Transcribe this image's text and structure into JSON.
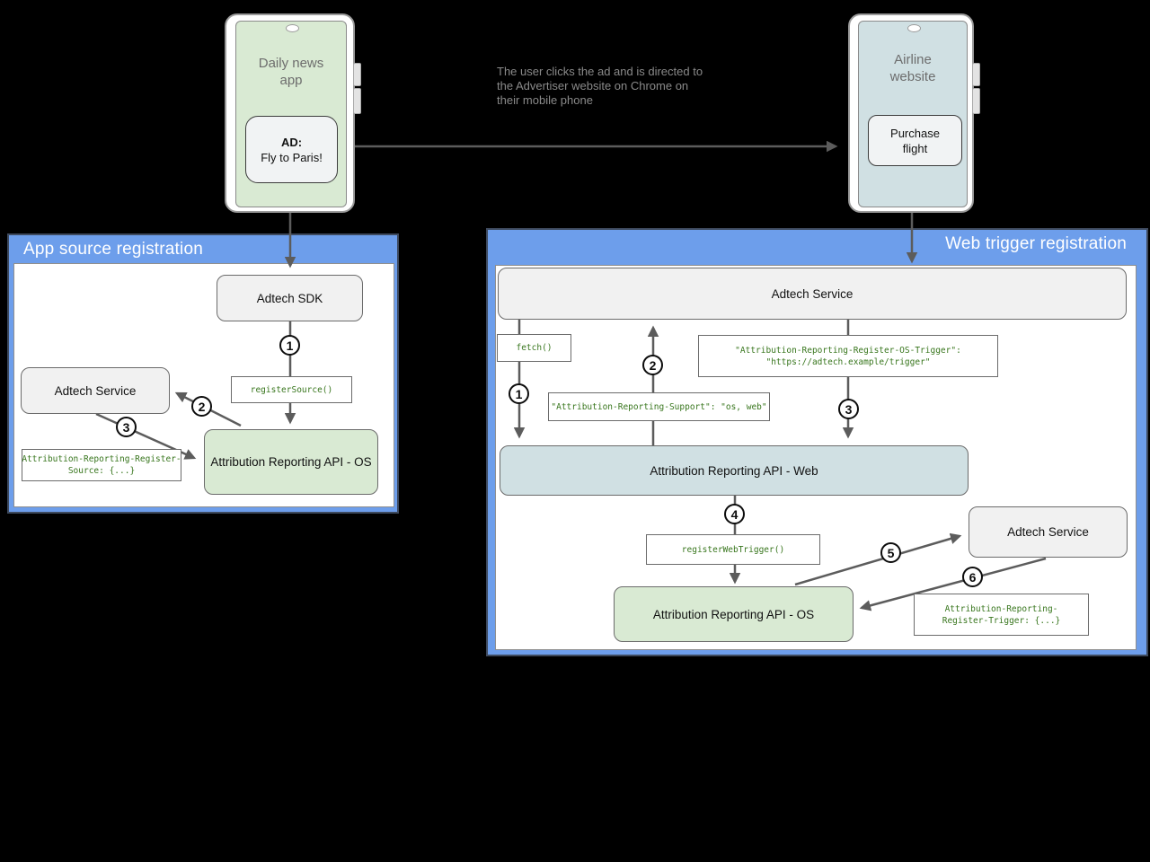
{
  "phones": {
    "daily_news": {
      "title": "Daily news app",
      "ad_heading": "AD:",
      "ad_text": "Fly to Paris!"
    },
    "airline": {
      "title": "Airline website",
      "purchase_label": "Purchase flight"
    }
  },
  "annotation_text": "The user clicks the ad and is directed to the Advertiser website on Chrome on their mobile phone",
  "app_source_panel": {
    "title": "App source registration",
    "adtech_sdk_label": "Adtech SDK",
    "adtech_service_label": "Adtech Service",
    "api_os_label": "Attribution Reporting API - OS",
    "register_source_code": "registerSource()",
    "register_source_header_line1": "Attribution-Reporting-Register-",
    "register_source_header_line2": "Source: {...}",
    "steps": [
      "1",
      "2",
      "3"
    ]
  },
  "web_trigger_panel": {
    "title": "Web trigger registration",
    "adtech_service_top_label": "Adtech Service",
    "fetch_code": "fetch()",
    "os_trigger_header_line1": "\"Attribution-Reporting-Register-OS-Trigger\":",
    "os_trigger_header_line2": "\"https://adtech.example/trigger\"",
    "support_header": "\"Attribution-Reporting-Support\": \"os, web\"",
    "api_web_label": "Attribution Reporting API - Web",
    "register_web_trigger_code": "registerWebTrigger()",
    "api_os_label": "Attribution Reporting API - OS",
    "adtech_service_right_label": "Adtech Service",
    "register_trigger_header_line1": "Attribution-Reporting-",
    "register_trigger_header_line2": "Register-Trigger: {...}",
    "steps": [
      "1",
      "2",
      "3",
      "4",
      "5",
      "6"
    ]
  },
  "colors": {
    "panel_blue": "#6d9eeb",
    "node_gray": "#f1f1f1",
    "node_green": "#d9ead3",
    "node_blue": "#d0e0e3",
    "code_green": "#38761d",
    "arrow_gray": "#5c5c5c"
  }
}
